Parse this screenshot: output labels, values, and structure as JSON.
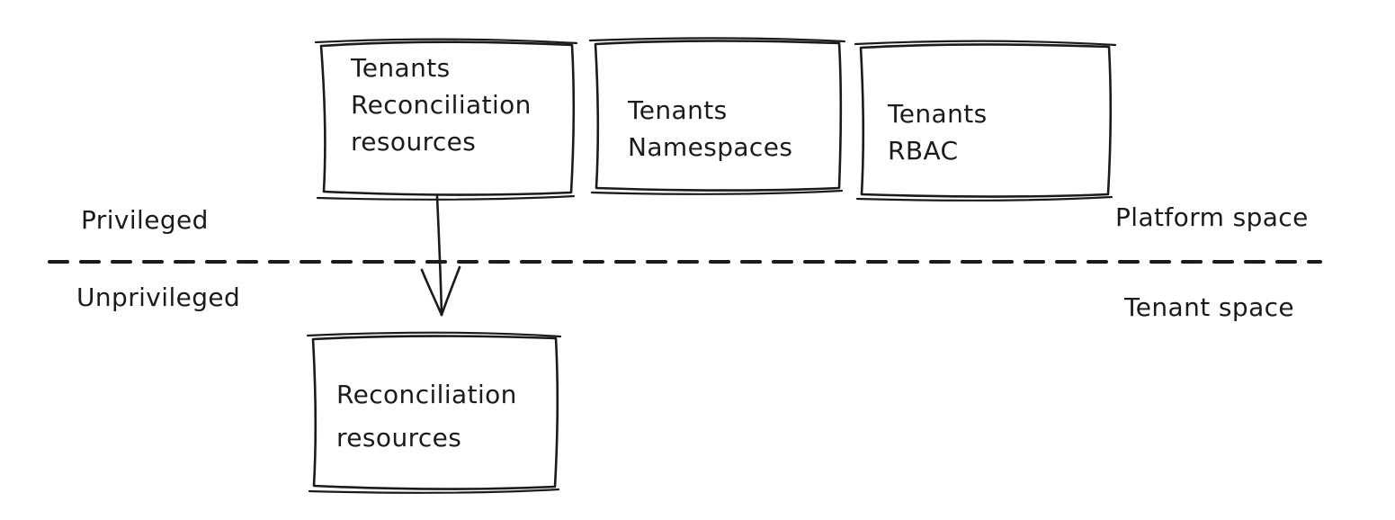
{
  "diagram": {
    "style": "hand-drawn-sketch",
    "colors": {
      "stroke": "#1b1b1b",
      "background": "#ffffff"
    },
    "zone_labels": {
      "top_left": "Privileged",
      "bottom_left": "Unprivileged",
      "top_right": "Platform space",
      "bottom_right": "Tenant space"
    },
    "boxes": [
      {
        "name": "tenants-reconciliation-resources",
        "zone": "platform",
        "lines": [
          "Tenants",
          "Reconciliation",
          "resources"
        ]
      },
      {
        "name": "tenants-namespaces",
        "zone": "platform",
        "lines": [
          "Tenants",
          "Namespaces"
        ]
      },
      {
        "name": "tenants-rbac",
        "zone": "platform",
        "lines": [
          "Tenants",
          "RBAC"
        ]
      },
      {
        "name": "reconciliation-resources",
        "zone": "tenant",
        "lines": [
          "Reconciliation",
          "resources"
        ]
      }
    ],
    "connections": [
      {
        "from": "tenants-reconciliation-resources",
        "to": "reconciliation-resources",
        "type": "arrow",
        "direction": "down"
      }
    ],
    "divider": {
      "type": "dashed-line"
    }
  }
}
